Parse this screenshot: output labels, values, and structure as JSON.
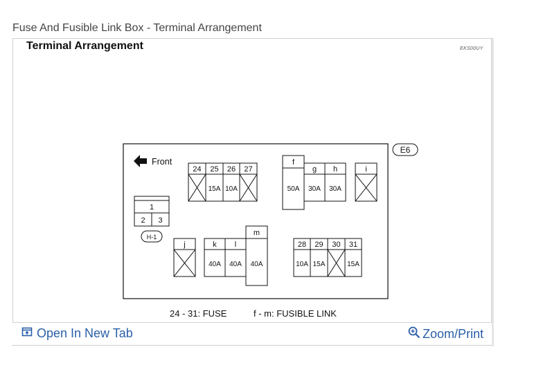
{
  "page": {
    "title": "Fuse And Fusible Link Box - Terminal Arrangement"
  },
  "diagram": {
    "title": "Terminal Arrangement",
    "ref_code": "EKS00UY",
    "front_label": "Front",
    "connector_e6": "E6",
    "connector_h1": "H-1",
    "relay_pins": {
      "top": "1",
      "left": "2",
      "right": "3"
    },
    "fuses_top": [
      {
        "label": "24",
        "rating": ""
      },
      {
        "label": "25",
        "rating": "15A"
      },
      {
        "label": "26",
        "rating": "10A"
      },
      {
        "label": "27",
        "rating": ""
      }
    ],
    "fuses_bottom": [
      {
        "label": "28",
        "rating": "10A"
      },
      {
        "label": "29",
        "rating": "15A"
      },
      {
        "label": "30",
        "rating": ""
      },
      {
        "label": "31",
        "rating": "15A"
      }
    ],
    "links": {
      "f": {
        "label": "f",
        "rating": "50A"
      },
      "g": {
        "label": "g",
        "rating": "30A"
      },
      "h": {
        "label": "h",
        "rating": "30A"
      },
      "i": {
        "label": "i",
        "rating": ""
      },
      "j": {
        "label": "j",
        "rating": ""
      },
      "k": {
        "label": "k",
        "rating": "40A"
      },
      "l": {
        "label": "l",
        "rating": "40A"
      },
      "m": {
        "label": "m",
        "rating": "40A"
      }
    },
    "legend_fuse": "24 - 31: FUSE",
    "legend_link": "f - m: FUSIBLE LINK"
  },
  "footer": {
    "open_tab_label": "Open In New Tab",
    "zoom_label": "Zoom/Print"
  },
  "colors": {
    "link": "#2b5fa8"
  }
}
